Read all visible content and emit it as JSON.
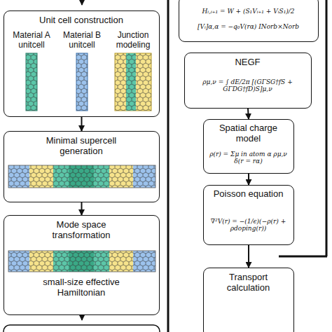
{
  "diagram": {
    "nodes": [
      {
        "text": [
          "Unit cell construction"
        ]
      },
      {
        "text": [
          "Minimal supercell generation"
        ]
      },
      {
        "text": [
          "Mode space transformation",
          "small-size effective Hamiltonian"
        ]
      },
      {
        "text": [
          "Hᵢ,ᵢ₊₁ = W + (S₁Vᵢ₊₁ + VᵢS₁)/2",
          "[Vᵢ]α,α = −q₀V(rα) INorb×Norb"
        ]
      },
      {
        "text": [
          "NEGF",
          "ρμ,ν = ∫ dE/2π [(GΓSG†fS + GΓDG†fD)S]μ,ν"
        ]
      },
      {
        "text": [
          "Spatial charge model",
          "ρ(r) = Σμ in atom α ρμ,ν δ(r = rα)"
        ]
      },
      {
        "text": [
          "Poisson equation",
          "∇²V(r) = −(1/ϵ)(−ρ(r) + ρdoping(r))"
        ]
      },
      {
        "text": [
          "Transport calculation"
        ]
      }
    ],
    "edges": [
      {
        "from": 0,
        "to": 1,
        "arrow": "to"
      },
      {
        "from": 1,
        "to": 2,
        "arrow": "to"
      },
      {
        "from": 4,
        "to": 5,
        "arrow": "to"
      },
      {
        "from": 5,
        "to": 6,
        "arrow": "to"
      },
      {
        "from": 6,
        "to": 7,
        "arrow": "to"
      }
    ],
    "labels": [
      "Material A unitcell",
      "Material B unitcell",
      "Junction modeling"
    ]
  }
}
